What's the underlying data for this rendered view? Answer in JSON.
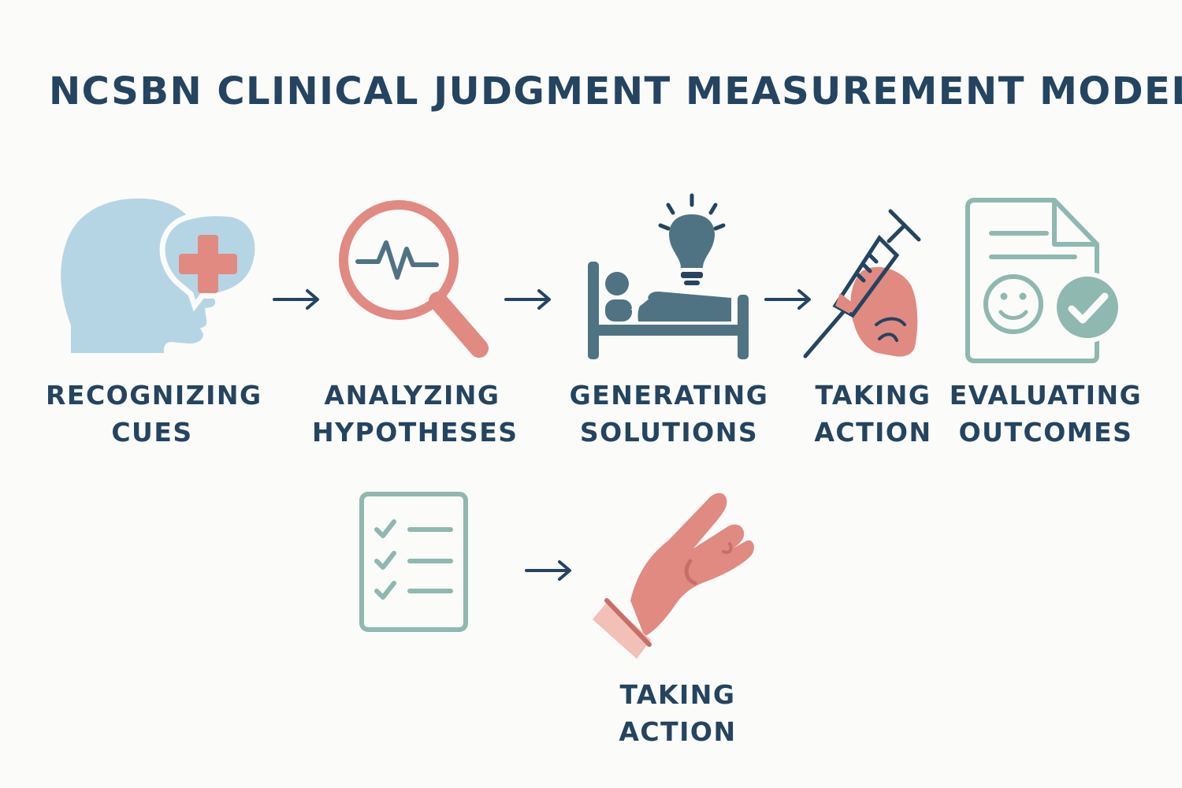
{
  "title": "NCSBN CLINICAL JUDGMENT MEASUREMENT MODEL",
  "colors": {
    "navy": "#244460",
    "light_blue": "#b6d5e4",
    "coral": "#e08a82",
    "teal": "#8fb8b0",
    "slate": "#4f7383"
  },
  "steps": [
    {
      "line1": "RECOGNIZING",
      "line2": "CUES",
      "icon": "head-with-medical-cross-icon"
    },
    {
      "line1": "ANALYZING",
      "line2": "HYPOTHESES",
      "icon": "magnifier-with-heartbeat-icon"
    },
    {
      "line1": "GENERATING",
      "line2": "SOLUTIONS",
      "icon": "patient-bed-lightbulb-icon"
    },
    {
      "line1": "TAKING",
      "line2": "ACTION",
      "icon": "syringe-in-hand-icon"
    },
    {
      "line1": "EVALUATING",
      "line2": "OUTCOMES",
      "icon": "document-smiley-check-icon"
    }
  ],
  "bottom_step": {
    "line1": "TAKING",
    "line2": "ACTION",
    "icon": "hand-icon"
  },
  "checklist_icon": "checklist-icon"
}
